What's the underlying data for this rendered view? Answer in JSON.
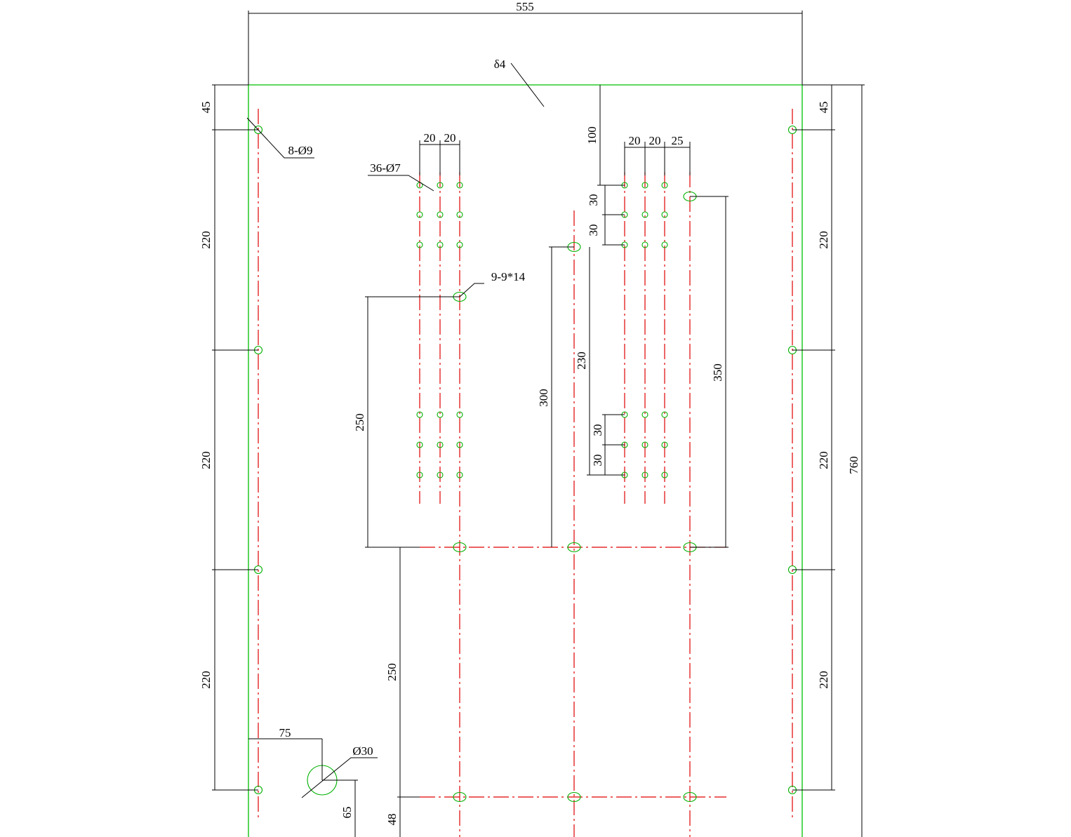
{
  "drawing": {
    "overall_width_label": "555",
    "overall_height_label": "760",
    "thickness_label": "δ4",
    "edge_holes_label": "8-Ø9",
    "small_holes_label": "36-Ø7",
    "slot_holes_label": "9-9*14",
    "large_hole_label": "Ø30",
    "dimensions": {
      "top_margin_left": "45",
      "top_margin_right": "45",
      "edge_pitch": "220",
      "col_spacing_a": "20",
      "col_spacing_b": "25",
      "top_offset": "100",
      "row_spacing": "30",
      "slot_drop_left": "250",
      "slot_drop_center": "300",
      "holes_span": "230",
      "slot_drop_right": "350",
      "slot_row_spacing": "250",
      "large_hole_x": "75",
      "large_hole_y": "65",
      "bottom_offset": "48"
    },
    "colors": {
      "outline": "#00c000",
      "holes": "#00b000",
      "center_lines": "#e00000",
      "dimension_lines": "#000000"
    }
  }
}
